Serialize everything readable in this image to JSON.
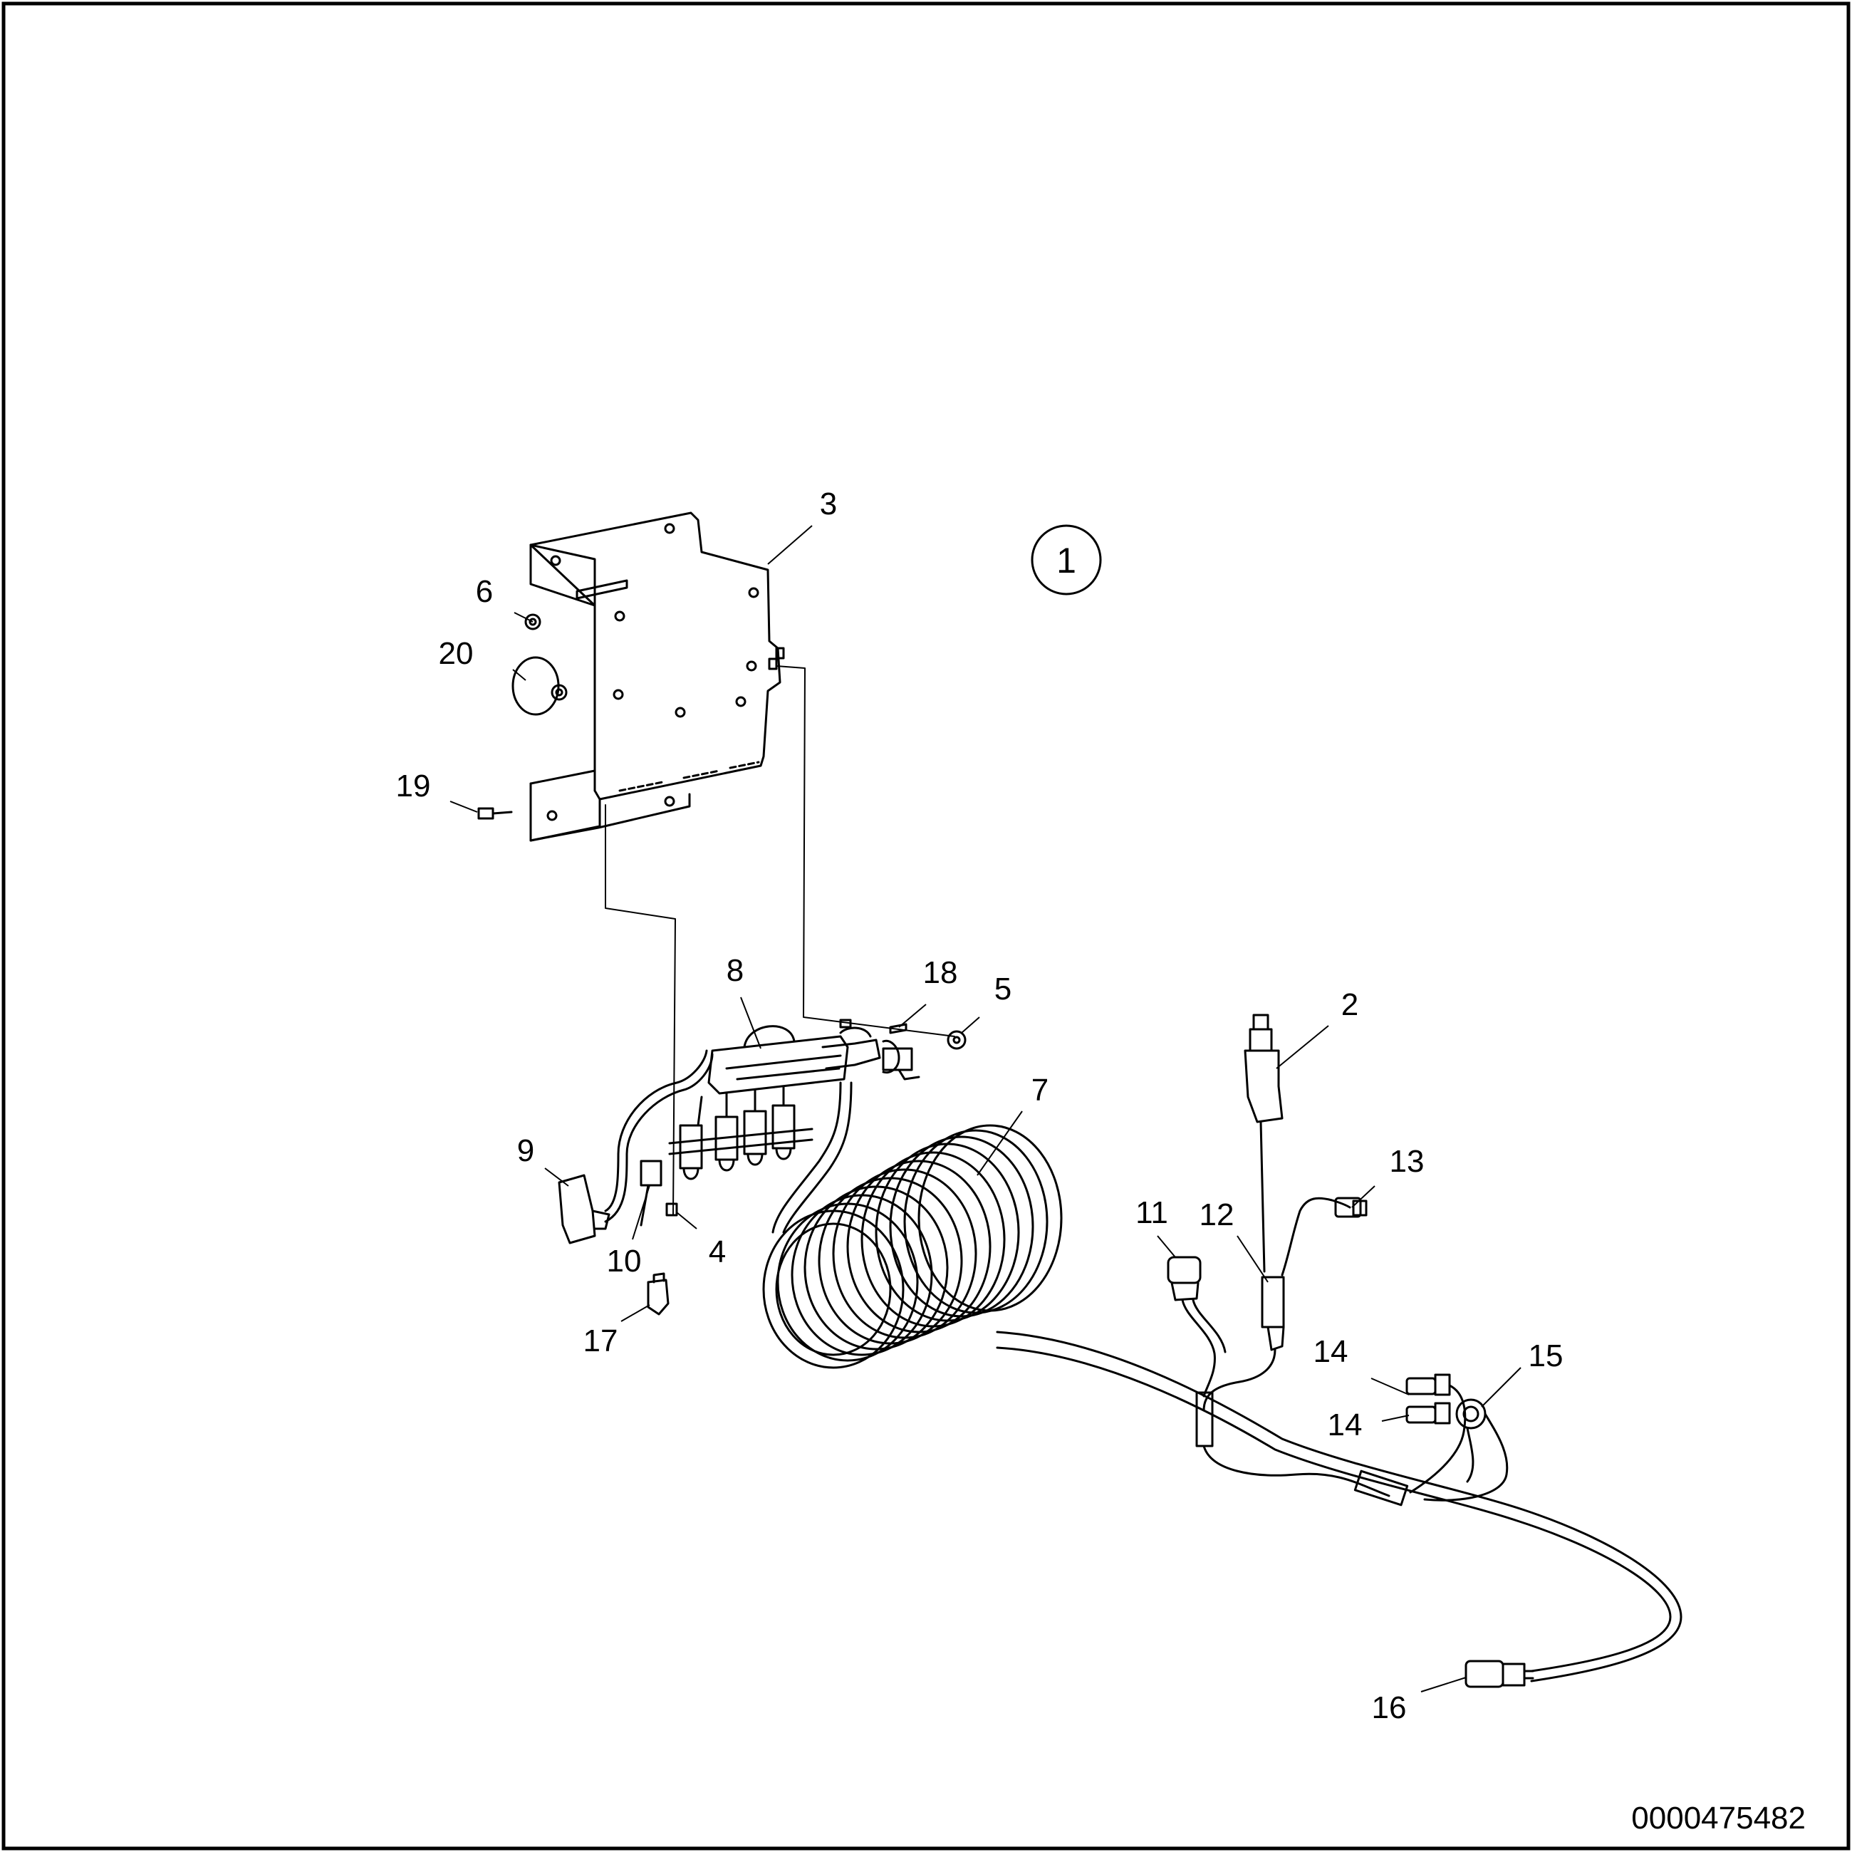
{
  "view_marker": "1",
  "drawing_number": "0000475482",
  "callouts": [
    "3",
    "6",
    "20",
    "19",
    "8",
    "18",
    "5",
    "2",
    "7",
    "9",
    "13",
    "11",
    "12",
    "10",
    "4",
    "14",
    "15",
    "14",
    "17",
    "16"
  ]
}
